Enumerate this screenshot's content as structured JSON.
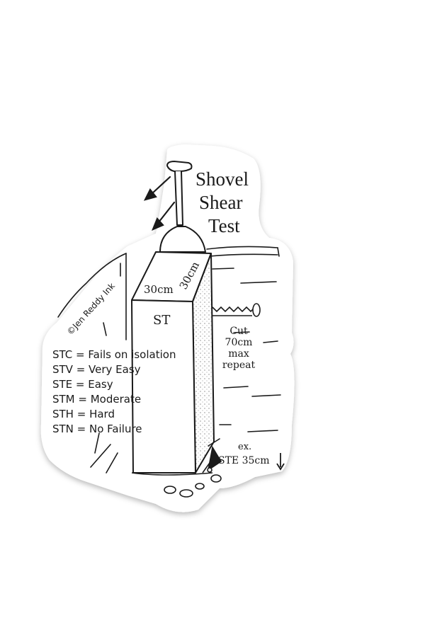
{
  "title": {
    "line1": "Shovel",
    "line2": "Shear",
    "line3": "Test"
  },
  "block": {
    "width_label": "30cm",
    "depth_label": "30cm",
    "label": "ST"
  },
  "cut_note": {
    "line1": "Cut",
    "line2": "70cm",
    "line3": "max",
    "line4": "repeat"
  },
  "legend": [
    "STC = Fails on isolation",
    "STV = Very Easy",
    "STE =  Easy",
    "STM = Moderate",
    "STH =  Hard",
    "STN =  No Failure"
  ],
  "example": {
    "line1": "ex.",
    "line2": "STE 35cm"
  },
  "credit": "©Jen Reddy Ink",
  "colors": {
    "ink": "#1a1a1a",
    "sticker": "#ffffff",
    "shadow": "#d0d0d0"
  }
}
